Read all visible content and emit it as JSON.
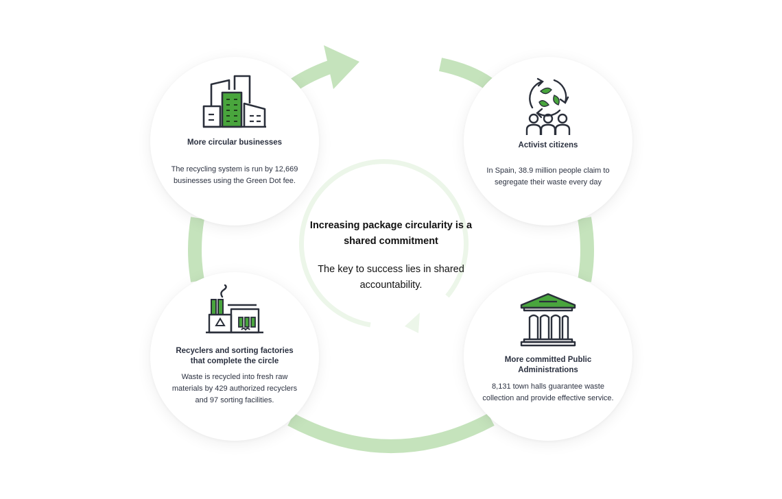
{
  "colors": {
    "accent_green": "#49a53d",
    "ring_green": "#c5e3bc",
    "inner_ring": "#ecf6e9",
    "icon_stroke": "#2a2f3a"
  },
  "center": {
    "title": "Increasing package circularity is a shared commitment",
    "subtitle": "The key to success lies in shared accountability."
  },
  "nodes": {
    "businesses": {
      "icon": "buildings-icon",
      "title": "More circular businesses",
      "description": "The recycling system is run by 12,669 businesses using the Green Dot fee."
    },
    "citizens": {
      "icon": "recycling-people-icon",
      "title": "Activist citizens",
      "description": "In Spain, 38.9 million people claim to segregate their waste every day"
    },
    "recyclers": {
      "icon": "recycling-factory-icon",
      "title": "Recyclers and sorting factories that complete the circle",
      "description": "Waste is recycled into fresh raw materials by 429 authorized recyclers and 97 sorting facilities."
    },
    "admins": {
      "icon": "public-building-icon",
      "title": "More committed Public Administrations",
      "description": "8,131 town halls guarantee waste collection and provide effective service."
    }
  }
}
